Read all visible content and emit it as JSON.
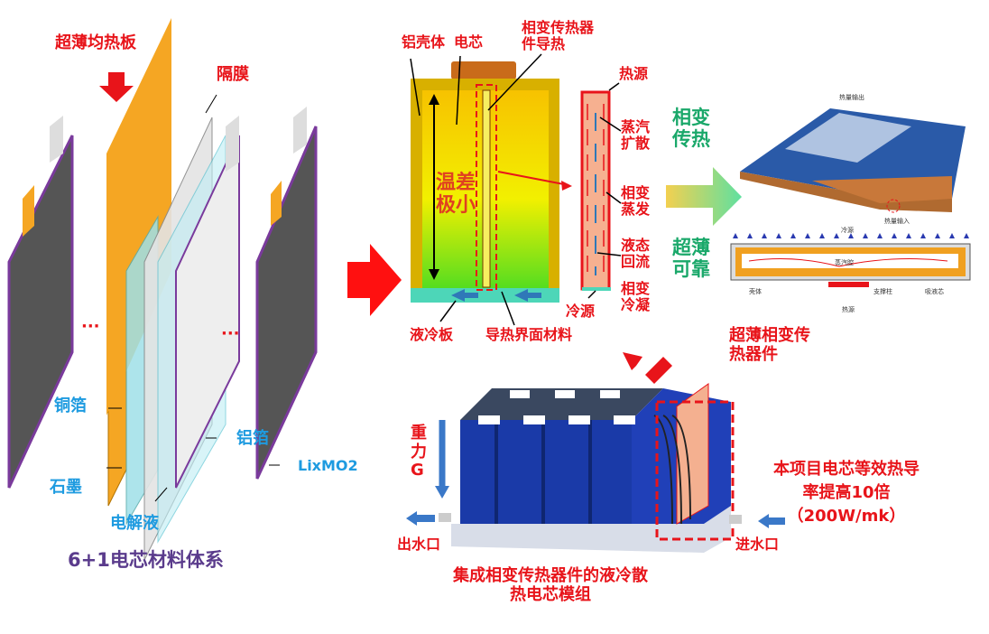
{
  "left_panel": {
    "title": "6+1电芯材料体系",
    "labels": {
      "heat_spreader": "超薄均热板",
      "separator": "隔膜",
      "copper_foil": "铜箔",
      "graphite": "石墨",
      "electrolyte": "电解液",
      "aluminum_foil": "铝箔",
      "cathode": "LixMO2",
      "ellipsis": "···"
    }
  },
  "cell_panel": {
    "labels": {
      "al_shell": "铝壳体",
      "cell_core": "电芯",
      "pcm_device": "相变传热器件导热",
      "temp_diff": "温差极小",
      "liquid_plate": "液冷板",
      "tim": "导热界面材料"
    }
  },
  "pipe_panel": {
    "labels": {
      "heat_source": "热源",
      "vapor_diffusion": "蒸汽扩散",
      "evaporation": "相变蒸发",
      "liquid_return": "液态回流",
      "condensation": "相变冷凝",
      "cold_source": "冷源"
    }
  },
  "right_panel": {
    "phase_change": "相变传热",
    "thin_reliable": "超薄可靠",
    "vc_labels": {
      "heat_out": "热量输出",
      "heat_in": "热量输入",
      "cold": "冷源",
      "vapor": "蒸汽腔",
      "shell": "壳体",
      "support": "支撑柱",
      "wick": "吸液芯",
      "hot": "热源"
    }
  },
  "module_panel": {
    "device_label": "超薄相变传热器件",
    "gravity": "重力G",
    "outlet": "出水口",
    "inlet": "进水口",
    "caption": "集成相变传热器件的液冷散热电芯模组",
    "claim_line1": "本项目电芯等效热导",
    "claim_line2": "率提高10倍",
    "claim_line3": "（200W/mk）"
  },
  "colors": {
    "red": "#e8141a",
    "blue": "#1e9be0",
    "green": "#1aa86a",
    "purple": "#5a3b8c",
    "orange": "#f5a623"
  }
}
